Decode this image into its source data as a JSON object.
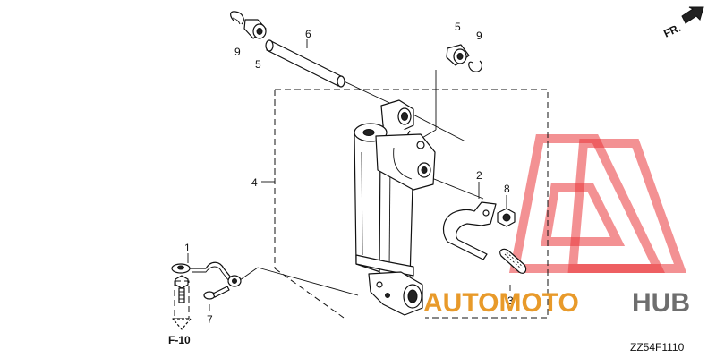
{
  "callouts": {
    "c1": "1",
    "c2": "2",
    "c3": "3",
    "c4": "4",
    "c5a": "5",
    "c5b": "5",
    "c6": "6",
    "c7": "7",
    "c8": "8",
    "c9a": "9",
    "c9b": "9"
  },
  "ref_label": "F-10",
  "direction_label": "FR.",
  "diagram_code": "ZZ54F1110",
  "watermark": {
    "part1": "AUTOMOTO",
    "part2": "HUB",
    "color1": "#e89a2a",
    "color2": "#6e6e6e",
    "logo_color": "#e9373a"
  }
}
